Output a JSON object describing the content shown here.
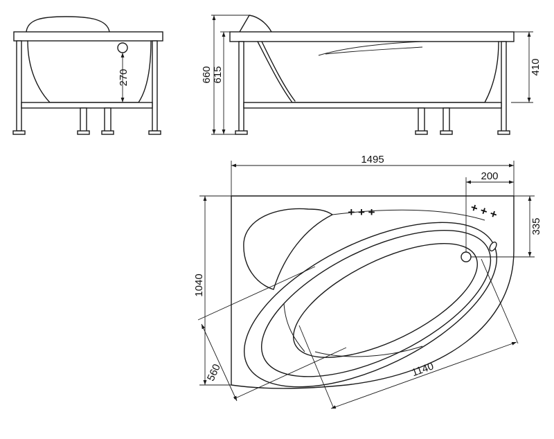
{
  "dimensions": {
    "overall_length": "1495",
    "overall_width": "1040",
    "drain_offset": "200",
    "drain_depth": "335",
    "inner_length": "1140",
    "inner_width": "560",
    "total_height": "660",
    "rim_height": "615",
    "end_height": "410",
    "overflow_height": "270"
  },
  "marks": {
    "jets_left": "+ + +",
    "jets_right": "+ + +"
  }
}
